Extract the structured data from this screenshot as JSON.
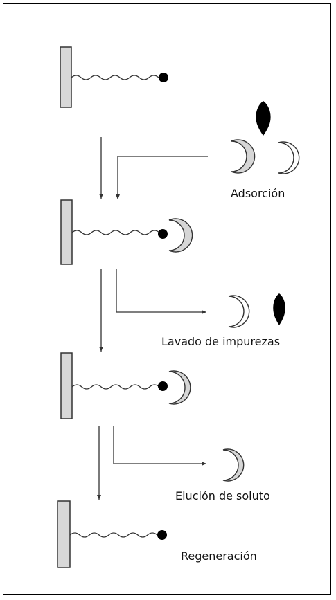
{
  "steps": {
    "adsorption": "Adsorción",
    "wash": "Lavado de impurezas",
    "elution": "Elución de soluto",
    "regeneration": "Regeneración"
  },
  "colors": {
    "support_fill": "#d8d8d8",
    "stroke": "#333333",
    "ligand_dot": "#000000",
    "molecule_fill": "#d6d6d6"
  }
}
